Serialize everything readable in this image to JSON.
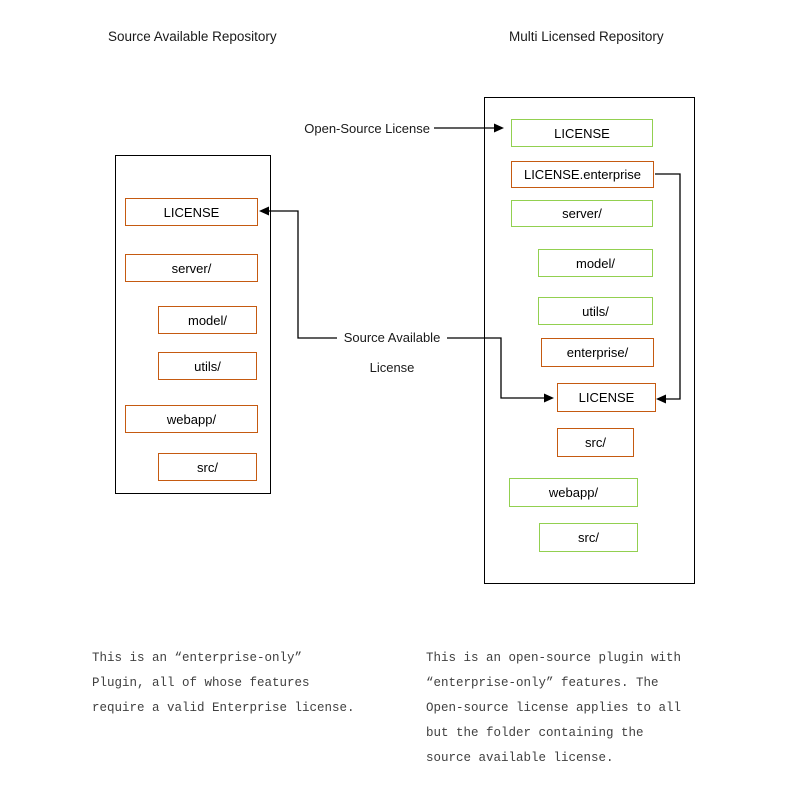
{
  "titles": {
    "left": "Source Available Repository",
    "right": "Multi Licensed Repository"
  },
  "colors": {
    "orange": "#C55A11",
    "green": "#92D050",
    "line": "#000000"
  },
  "left_repo": {
    "items": [
      {
        "label": "LICENSE",
        "license": "source-available"
      },
      {
        "label": "server/",
        "license": "source-available"
      },
      {
        "label": "model/",
        "license": "source-available"
      },
      {
        "label": "utils/",
        "license": "source-available"
      },
      {
        "label": "webapp/",
        "license": "source-available"
      },
      {
        "label": "src/",
        "license": "source-available"
      }
    ]
  },
  "right_repo": {
    "items": [
      {
        "label": "LICENSE",
        "license": "open-source"
      },
      {
        "label": "LICENSE.enterprise",
        "license": "source-available"
      },
      {
        "label": "server/",
        "license": "open-source"
      },
      {
        "label": "model/",
        "license": "open-source"
      },
      {
        "label": "utils/",
        "license": "open-source"
      },
      {
        "label": "enterprise/",
        "license": "source-available"
      },
      {
        "label": "LICENSE",
        "license": "source-available"
      },
      {
        "label": "src/",
        "license": "source-available"
      },
      {
        "label": "webapp/",
        "license": "open-source"
      },
      {
        "label": "src/",
        "license": "open-source"
      }
    ]
  },
  "labels": {
    "open_source": "Open-Source License",
    "source_available_line1": "Source Available",
    "source_available_line2": "License"
  },
  "notes": {
    "left": "This is an “enterprise-only”\nPlugin, all of whose features\nrequire a valid Enterprise license.",
    "right": "This is an open-source plugin with\n“enterprise-only” features. The\nOpen-source license applies to all\nbut the folder containing the\nsource available license."
  }
}
